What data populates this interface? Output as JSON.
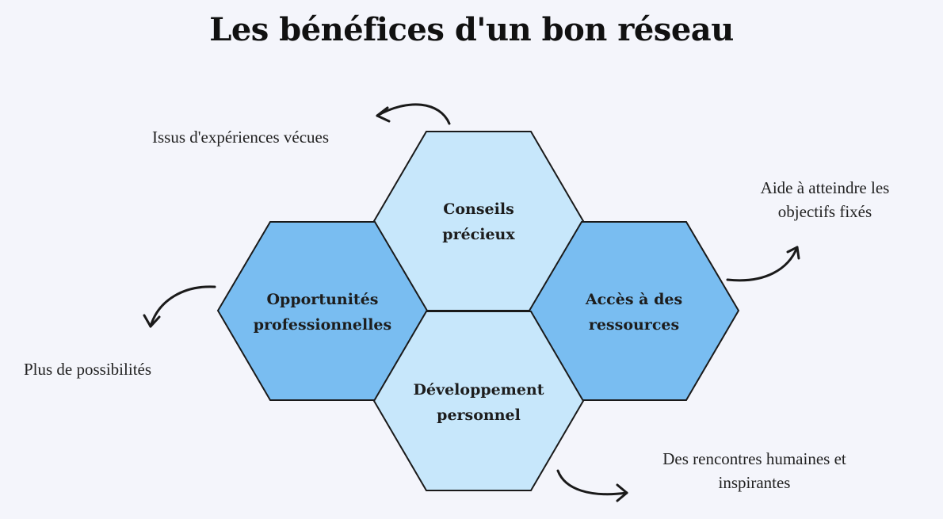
{
  "title": "Les bénéfices d'un bon réseau",
  "hexagons": [
    {
      "line1": "Conseils",
      "line2": "précieux",
      "color": "#c7e7fb"
    },
    {
      "line1": "Opportunités",
      "line2": "professionnelles",
      "color": "#79bdf1"
    },
    {
      "line1": "Accès à des",
      "line2": "ressources",
      "color": "#79bdf1"
    },
    {
      "line1": "Développement",
      "line2": "personnel",
      "color": "#c7e7fb"
    }
  ],
  "notes": {
    "top_left": "Issus d'expériences vécues",
    "right_line1": "Aide à atteindre les",
    "right_line2": "objectifs fixés",
    "left": "Plus de possibilités",
    "bottom_line1": "Des rencontres humaines et",
    "bottom_line2": "inspirantes"
  },
  "colors": {
    "stroke": "#1a1a1a",
    "background": "#f4f5fb"
  }
}
